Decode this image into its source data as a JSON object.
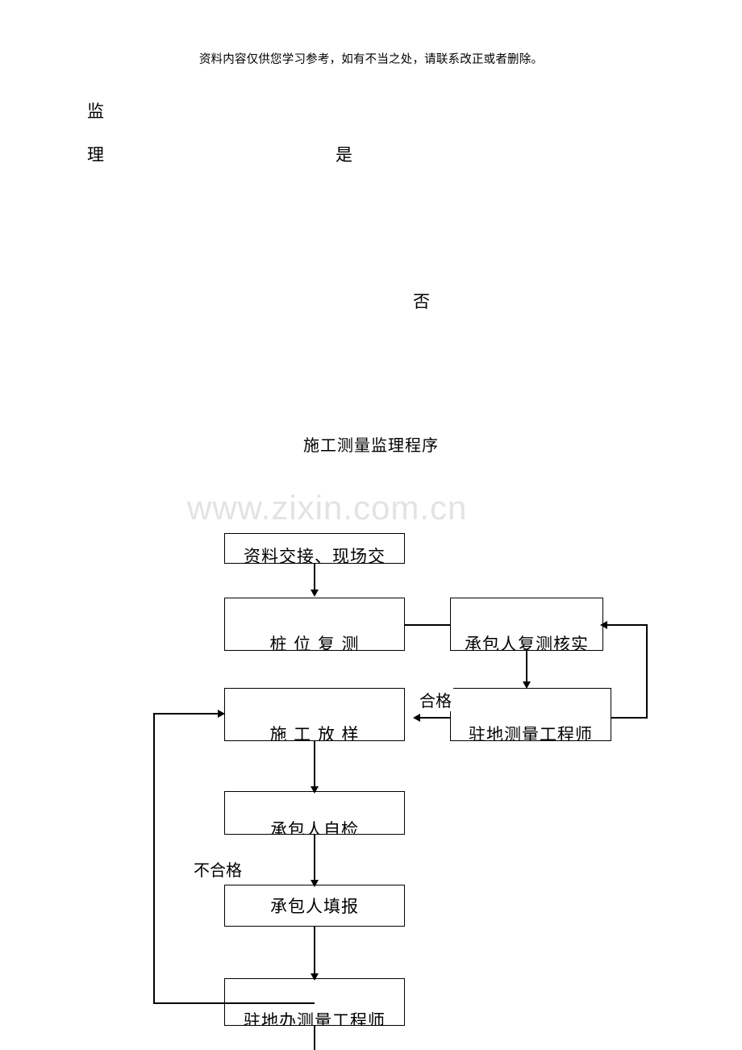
{
  "document": {
    "disclaimer": "资料内容仅供您学习参考，如有不当之处，请联系改正或者删除。",
    "stray_labels": {
      "jianli_1": "监",
      "jianli_2": "理",
      "yes": "是",
      "no": "否"
    },
    "watermark": "www.zixin.com.cn"
  },
  "flowchart": {
    "title": "施工测量监理程序",
    "nodes": [
      {
        "id": "n1",
        "label": "资料交接、现场交"
      },
      {
        "id": "n2",
        "label": "桩 位 复 测"
      },
      {
        "id": "n3",
        "label": "承包人复测核实"
      },
      {
        "id": "n4",
        "label": "施 工 放 样"
      },
      {
        "id": "n5",
        "label": "驻地测量工程师"
      },
      {
        "id": "n6",
        "label": "承包人自检"
      },
      {
        "id": "n7",
        "label": "承包人填报"
      },
      {
        "id": "n8",
        "label": "驻地办测量工程师"
      }
    ],
    "edge_labels": {
      "qualified": "合格",
      "unqualified": "不合格"
    }
  }
}
